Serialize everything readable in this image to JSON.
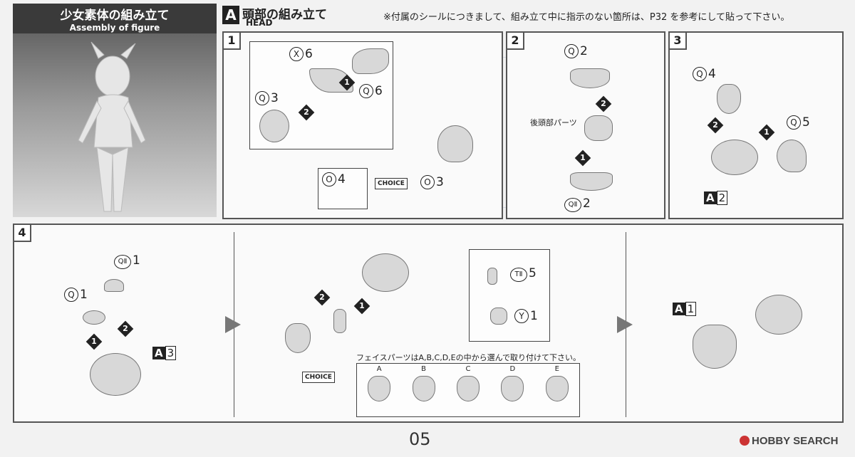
{
  "title_block": {
    "jp": "少女素体の組み立て",
    "en": "Assembly of figure"
  },
  "section": {
    "letter": "A",
    "jp": "頭部の組み立て",
    "en": "HEAD"
  },
  "sticker_note": "※付属のシールにつきまして、組み立て中に指示のない箇所は、P32 を参考にして貼って下さい。",
  "steps": {
    "s1": {
      "num": "1",
      "x6": "6",
      "q6": "6",
      "q3": "3",
      "o4": "4",
      "o3": "3",
      "choice": "CHOICE"
    },
    "s2": {
      "num": "2",
      "q2": "2",
      "back_head": "後頭部パーツ",
      "qii2": "2"
    },
    "s3": {
      "num": "3",
      "q4": "4",
      "q5": "5",
      "ref": "A2"
    },
    "s4": {
      "num": "4",
      "qii1": "1",
      "q1": "1",
      "ref_a3": "A3",
      "ti5": "5",
      "y1": "1",
      "face_note": "フェイスパーツはA,B,C,D,Eの中から選んで取り付けて下さい。",
      "faces": [
        "A",
        "B",
        "C",
        "D",
        "E"
      ],
      "choice": "CHOICE",
      "ref_a1": "A1"
    }
  },
  "letters": {
    "X": "X",
    "Q": "Q",
    "O": "O",
    "QII": "QⅡ",
    "TII": "TⅡ",
    "Y": "Y"
  },
  "arrows": {
    "one": "1",
    "two": "2"
  },
  "page_number": "05",
  "watermark": "HOBBY SEARCH",
  "colors": {
    "header_bg": "#3a3a3a",
    "panel_border": "#555555",
    "ink": "#222222"
  }
}
